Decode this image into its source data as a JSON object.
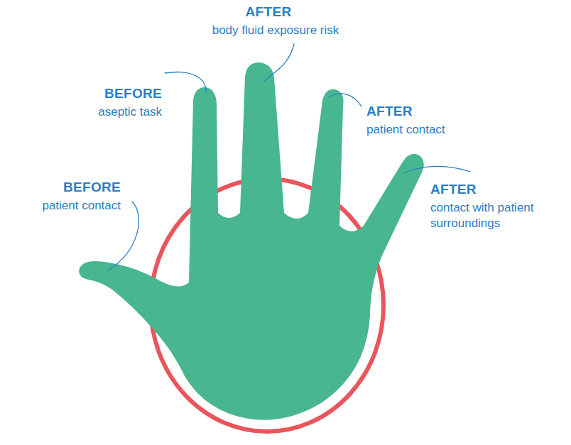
{
  "diagram": {
    "labels": [
      "BEFORE",
      "patient contact",
      "BEFORE",
      "aseptic task",
      "AFTER",
      "body fluid exposure risk",
      "AFTER",
      "patient contact",
      "AFTER",
      "contact with patient surroundings"
    ]
  }
}
